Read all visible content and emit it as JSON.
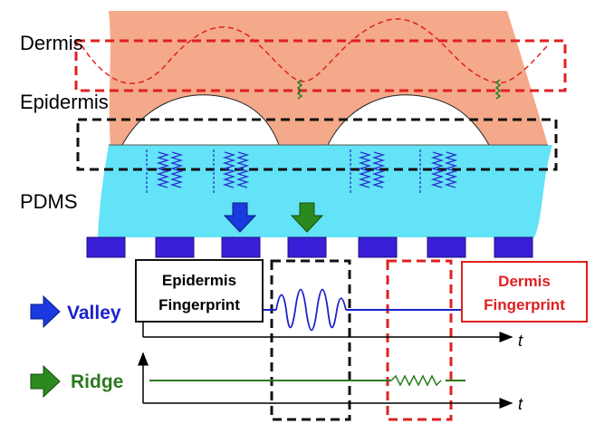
{
  "layers": {
    "dermis": "Dermis",
    "epidermis": "Epidermis",
    "pdms": "PDMS"
  },
  "boxes": {
    "epidermis_fp_line1": "Epidermis",
    "epidermis_fp_line2": "Fingerprint",
    "dermis_fp_line1": "Dermis",
    "dermis_fp_line2": "Fingerprint"
  },
  "signals": {
    "valley": "Valley",
    "ridge": "Ridge",
    "time_axis": "t"
  },
  "colors": {
    "skin": "#f4a98a",
    "pdms": "#63e3f7",
    "electrode": "#3a1fd8",
    "valley": "#1a22c8",
    "ridge": "#2b7a1e",
    "dermis_box": "#e02020",
    "epidermis_box": "#111111"
  },
  "icons": {
    "valley_arrow": "right-arrow-blue",
    "ridge_arrow": "right-arrow-green",
    "down_arrow_blue": "down-arrow-blue",
    "down_arrow_green": "down-arrow-green"
  }
}
